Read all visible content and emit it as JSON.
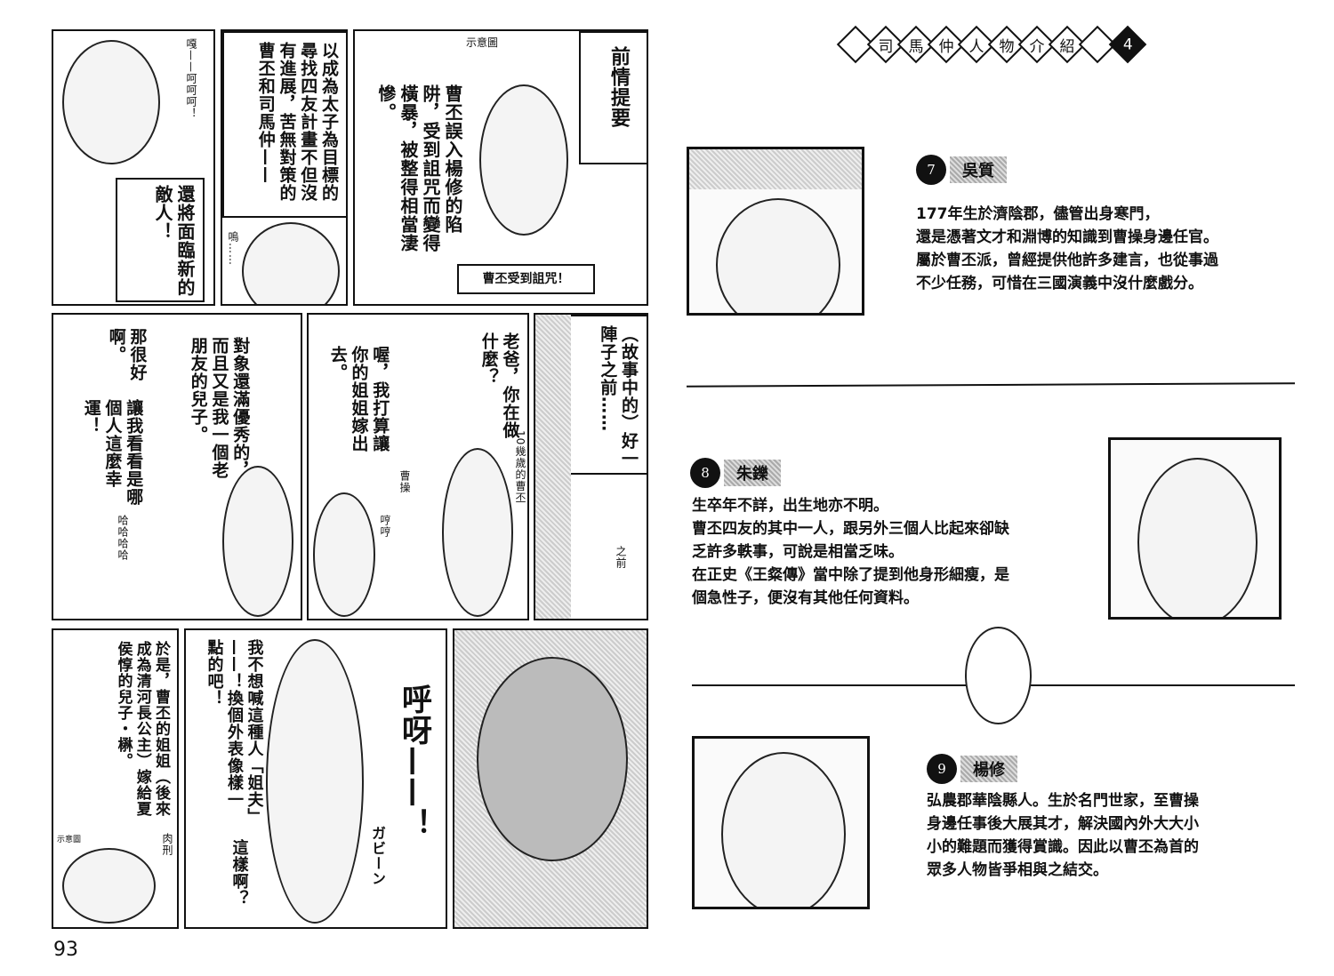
{
  "left_page": {
    "page_number": "93",
    "row1": {
      "panel_a": {
        "narration": "還將面臨新的敵人！",
        "laugh": "嘎——呵呵呵！"
      },
      "panel_b": {
        "narration": "以成為太子為目標的尋找四友計畫不但沒有進展，苦無對策的曹丕和司馬仲——",
        "sfx": "嗚……"
      },
      "panel_c": {
        "narration": "曹丕誤入楊修的陷阱，受到詛咒而變得橫暴，被整得相當淒慘。",
        "label": "示意圖",
        "caption": "曹丕受到詛咒！",
        "title": "前情提要"
      }
    },
    "row2": {
      "panel_right": {
        "narration": "（故事中的）好一陣子之前……",
        "note": "之前"
      },
      "panel_mid": {
        "bubble1": "老爸，你在做什麼？",
        "bubble2": "喔，我打算讓你的姐姐嫁出去。",
        "label_cao_pi": "10幾歲的曹丕",
        "label_cao_cao": "曹操",
        "sfx": "哼哼"
      },
      "panel_left": {
        "bubble1": "對象還滿優秀的，而且又是我一個老朋友的兒子。",
        "bubble2": "那很好啊。",
        "bubble3": "讓我看看是哪個人這麼幸運！",
        "sfx": "哈哈哈哈"
      }
    },
    "row3": {
      "panel_right": {},
      "panel_mid": {
        "shout": "呼呀——！",
        "bubble": "我不想喊這種人「姐夫」——！換個外表像樣一點的吧！",
        "reply": "這樣啊？",
        "sfx": "ガビーン"
      },
      "panel_left": {
        "narration": "於是，曹丕的姐姐（後來成為清河長公主）嫁給夏侯惇的兒子・楙。",
        "label": "示意圖",
        "label2": "肉刑"
      }
    }
  },
  "right_page": {
    "header": {
      "chars": [
        "司",
        "馬",
        "仲",
        "人",
        "物",
        "介",
        "紹"
      ],
      "number": "4"
    },
    "entries": [
      {
        "number": "7",
        "name": "吳質",
        "bio": "177年生於濟陰郡，儘管出身寒門，\n還是憑著文才和淵博的知識到曹操身邊任官。\n屬於曹丕派，曾經提供他許多建言，也從事過\n不少任務，可惜在三國演義中沒什麼戲分。"
      },
      {
        "number": "8",
        "name": "朱鑠",
        "bio": "生卒年不詳，出生地亦不明。\n曹丕四友的其中一人，跟另外三個人比起來卻缺\n乏許多軼事，可說是相當乏味。\n在正史《王粲傳》當中除了提到他身形細瘦，是\n個急性子，便沒有其他任何資料。"
      },
      {
        "number": "9",
        "name": "楊修",
        "bio": "弘農郡華陰縣人。生於名門世家，至曹操\n身邊任事後大展其才，解決國內外大大小\n小的難題而獲得賞識。因此以曹丕為首的\n眾多人物皆爭相與之結交。"
      }
    ]
  }
}
